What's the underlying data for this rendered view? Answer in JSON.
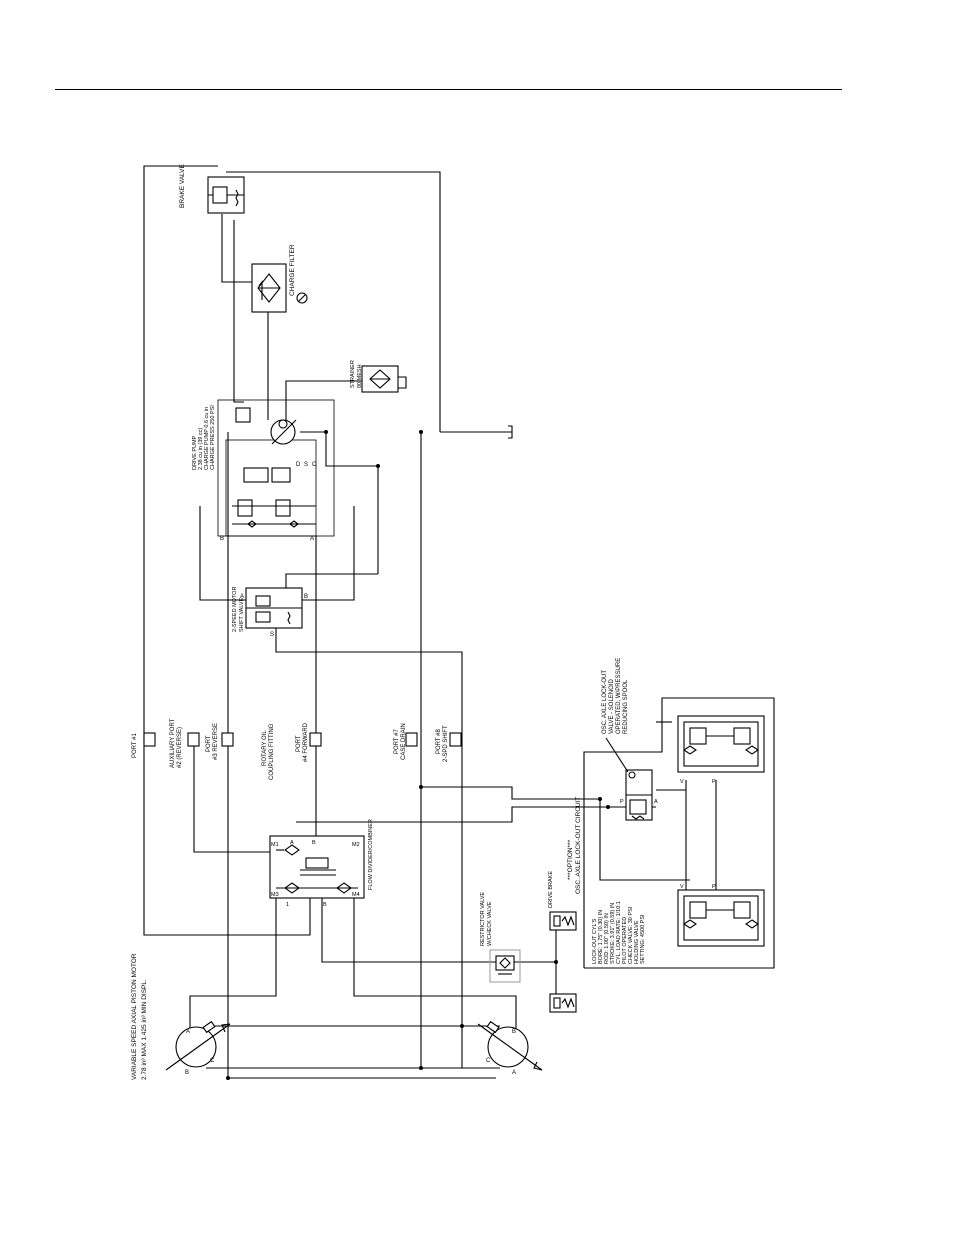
{
  "labels": {
    "brake_valve": "BRAKE VALVE",
    "charge_filter": "CHARGE FILTER",
    "strainer": "STRAINER",
    "strainer_size": "80 MESH",
    "drive_pump": "DRIVE PUMP",
    "pump_disp": "2.38 cu in (39 cc)",
    "pump_rpm": "CHARGE PUMP 0.6 cu in",
    "pump_pressure": "CHARGE PRESS 250 PSI",
    "two_speed_valve_1": "2-SPEED MOTOR",
    "two_speed_valve_2": "SHIFT VALVE",
    "port_1": "PORT #1",
    "aux_port_1": "AUXILIARY PORT",
    "aux_port_2": "#2 (REVERSE)",
    "port_3_1": "PORT",
    "port_3_2": "#3 REVERSE",
    "rotary_1": "ROTARY OIL",
    "rotary_2": "COUPLING FITTING",
    "port_4_1": "PORT",
    "port_4_2": "#4 FORWARD",
    "port_7_1": "PORT #7",
    "port_7_2": "CASE DRAIN",
    "port_8_1": "PORT #8",
    "port_8_2": "2-SPD SHIFT",
    "flow_divider": "FLOW DIVIDER/COMBINER",
    "motor_1": "VARIABLE SPEED AXIAL PISTON MOTOR",
    "motor_2": "2.78 in³ MAX  1.425 in³ MIN DISPL.",
    "restrictor_1": "RESTRICTOR VALVE",
    "restrictor_2": "W/CHECK VALVE",
    "drive_brake_1": "DRIVE BRAKE",
    "option_1": "***OPTION***",
    "option_2": "OSC. AXLE LOCK-OUT CIRCUIT",
    "lockout_valve_1": "OSC. AXLE LOCK-OUT",
    "lockout_valve_2": "VALVE - SOLENOID",
    "lockout_valve_3": "OPERATED, W/PRESSURE",
    "lockout_valve_4": "REDUCING SPOOL",
    "cyl_spec_1": "LOCK-OUT CYL'S",
    "cyl_spec_2": "BORE: 1.75\" (0.30) IN",
    "cyl_spec_3": "ROD: 1.00\" (0.50) IN",
    "cyl_spec_4": "STROKE: 3.91\" (0.59) IN",
    "cyl_spec_5": "CYL. LOAD RATE: 1/10:1",
    "cyl_spec_6": "PILOT OPERATED",
    "cyl_spec_7": "CHECK VALVE: 30 PSI",
    "cyl_spec_8": "HOLDING VALVE",
    "cyl_spec_9": "SETTING: 4500 PSI"
  }
}
